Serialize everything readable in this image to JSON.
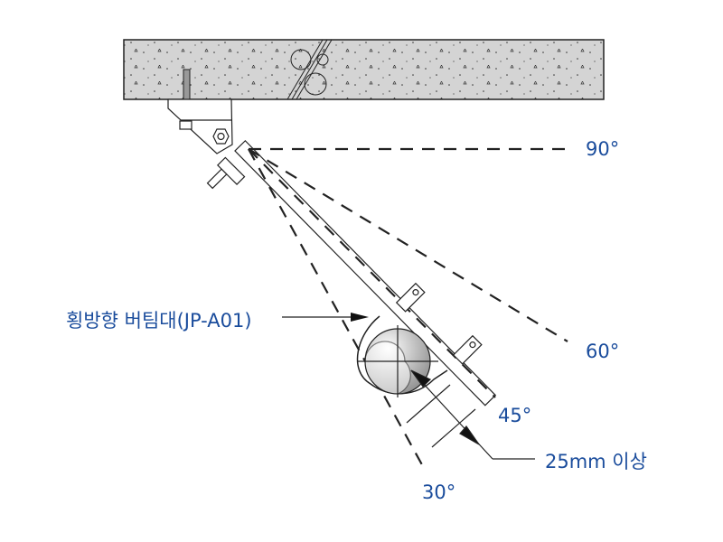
{
  "labels": {
    "brace": "횡방향 버팀대(JP-A01)",
    "angle_90": "90°",
    "angle_60": "60°",
    "angle_45": "45°",
    "angle_30": "30°",
    "clearance": "25mm 이상"
  },
  "colors": {
    "label": "#1a4c9c",
    "concrete": "#d4d4d4",
    "line": "#222222"
  }
}
